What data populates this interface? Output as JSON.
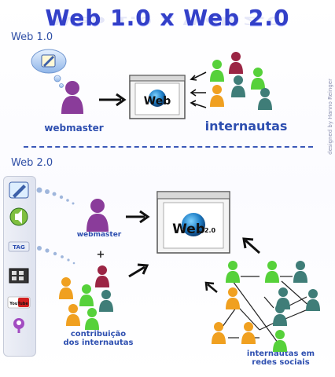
{
  "title": "Web 1.0 x Web 2.0",
  "web1": {
    "label": "Web 1.0",
    "webmaster": "webmaster",
    "internautas": "internautas",
    "browser_text": "Web"
  },
  "web2": {
    "label": "Web 2.0",
    "webmaster": "webmaster",
    "plus": "+",
    "contribution": [
      "contribuição",
      "dos internautas"
    ],
    "social": [
      "internautas em",
      "redes sociais"
    ],
    "browser_text": "Web",
    "browser_version": "2.0"
  },
  "sidebar_icons": [
    "edit-icon",
    "audio-icon",
    "tag-icon",
    "film-icon",
    "youtube-icon",
    "podcast-icon"
  ],
  "sidebar_tag_text": "TAG",
  "sidebar_youtube_text": "YouTube",
  "credit": "designed by Hanno Reinger",
  "colors": {
    "blue": "#3340c8",
    "purple": "#8a3c9a",
    "green": "#56d13a",
    "orange": "#f0a020",
    "teal": "#3f7d78",
    "maroon": "#9b2544"
  }
}
